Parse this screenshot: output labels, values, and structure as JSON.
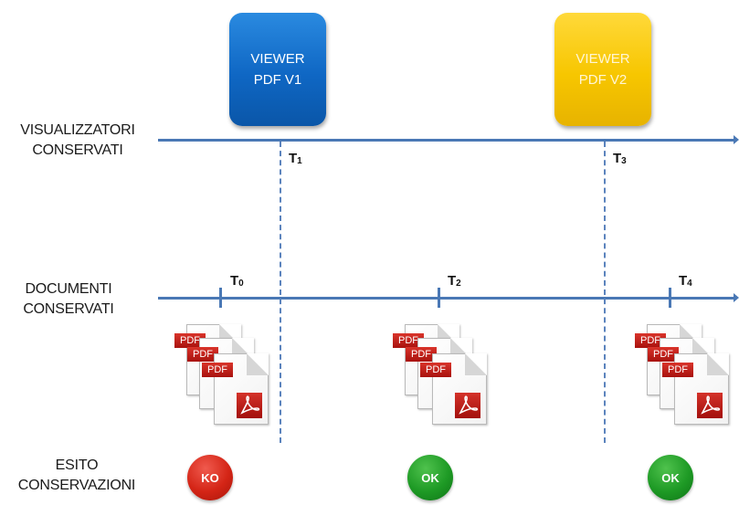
{
  "labels": {
    "visualizzatori": "VISUALIZZATORI\nCONSERVATI",
    "documenti": "DOCUMENTI\nCONSERVATI",
    "esito": "ESITO\nCONSERVAZIONI"
  },
  "viewers": [
    {
      "text": "VIEWER\nPDF V1",
      "color": "#0f67c4"
    },
    {
      "text": "VIEWER\nPDF V2",
      "color": "#f7c600"
    }
  ],
  "times": {
    "t0": {
      "main": "T",
      "sub": "0"
    },
    "t1": {
      "main": "T",
      "sub": "1"
    },
    "t2": {
      "main": "T",
      "sub": "2"
    },
    "t3": {
      "main": "T",
      "sub": "3"
    },
    "t4": {
      "main": "T",
      "sub": "4"
    }
  },
  "doc_stacks": [
    {
      "tags": [
        "PDF",
        "PDF",
        "PDF"
      ],
      "icon": "pdf-document-icon"
    },
    {
      "tags": [
        "PDF",
        "PDF",
        "PDF"
      ],
      "icon": "pdf-document-icon"
    },
    {
      "tags": [
        "PDF",
        "PDF",
        "PDF"
      ],
      "icon": "pdf-document-icon"
    }
  ],
  "outcomes": [
    {
      "text": "KO",
      "color": "#d42516"
    },
    {
      "text": "OK",
      "color": "#1e9a25"
    },
    {
      "text": "OK",
      "color": "#1e9a25"
    }
  ],
  "colors": {
    "timeline": "#4a78b5"
  }
}
